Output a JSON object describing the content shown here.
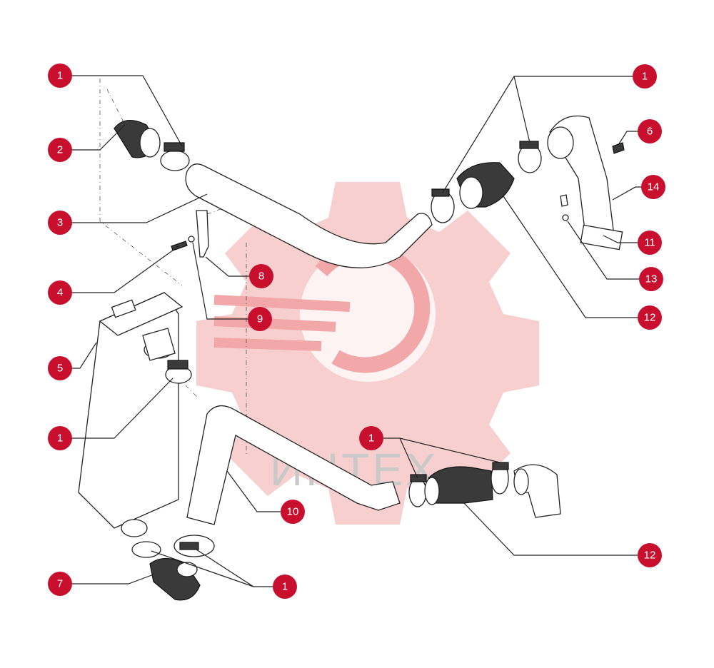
{
  "watermark": {
    "text": "ИНТЕХ",
    "color": "#e23a3a"
  },
  "callout_color": "#c8102e",
  "callouts": [
    {
      "label": "1"
    },
    {
      "label": "2"
    },
    {
      "label": "3"
    },
    {
      "label": "4"
    },
    {
      "label": "5"
    },
    {
      "label": "1"
    },
    {
      "label": "7"
    },
    {
      "label": "1"
    },
    {
      "label": "8"
    },
    {
      "label": "9"
    },
    {
      "label": "10"
    },
    {
      "label": "1"
    },
    {
      "label": "12"
    },
    {
      "label": "1"
    },
    {
      "label": "6"
    },
    {
      "label": "14"
    },
    {
      "label": "11"
    },
    {
      "label": "13"
    },
    {
      "label": "12"
    }
  ]
}
